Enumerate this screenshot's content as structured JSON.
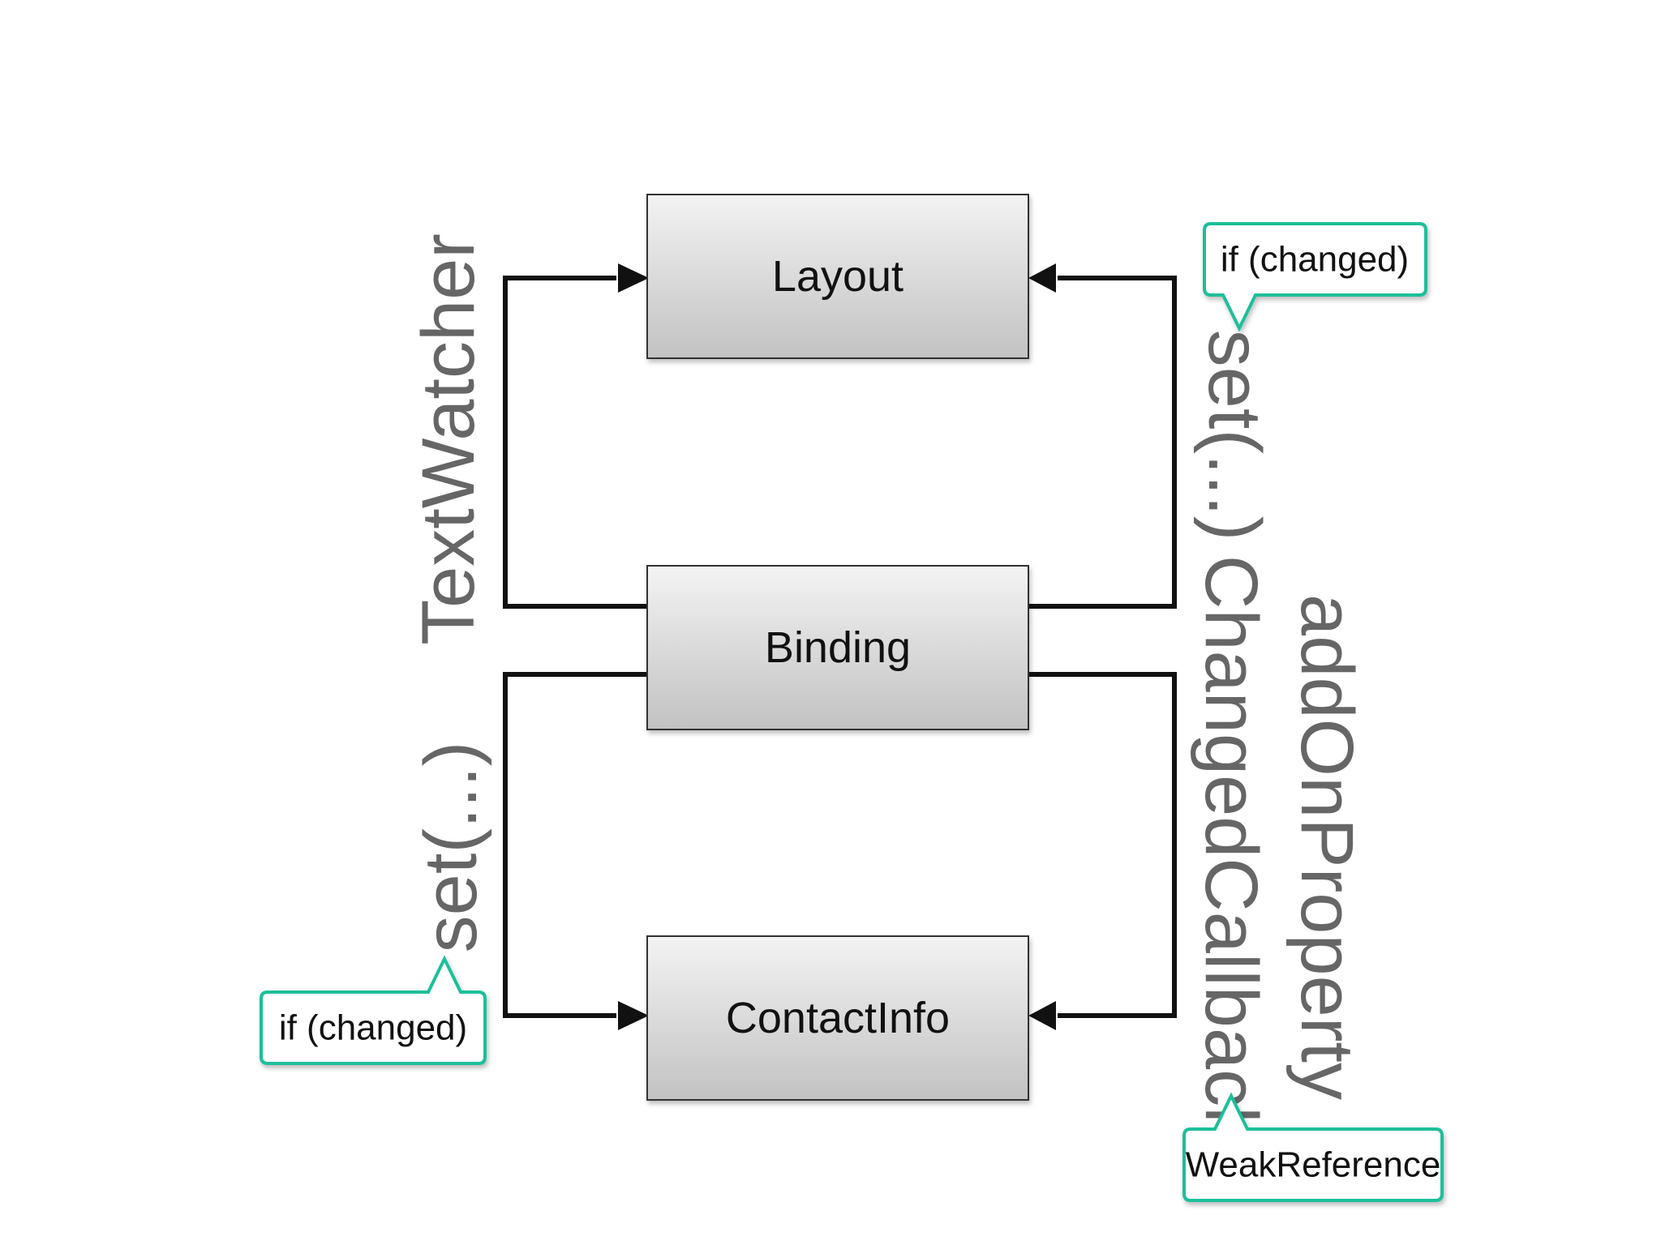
{
  "boxes": {
    "layout": "Layout",
    "binding": "Binding",
    "contact_info": "ContactInfo"
  },
  "labels": {
    "text_watcher": "TextWatcher",
    "set_top": "set(...)",
    "set_bottom": "set(...)",
    "add_on_property": "addOnProperty",
    "changed_callback": "ChangedCallback"
  },
  "callouts": {
    "top_right": "if (changed)",
    "bottom_left": "if (changed)",
    "bottom_right": "WeakReference"
  },
  "colors": {
    "callout_border": "#1fbf9a",
    "box_border": "#333333",
    "box_top": "#f2f2f2",
    "box_bottom": "#c4c4c4",
    "line": "#111111",
    "rotated_text": "#666666"
  }
}
